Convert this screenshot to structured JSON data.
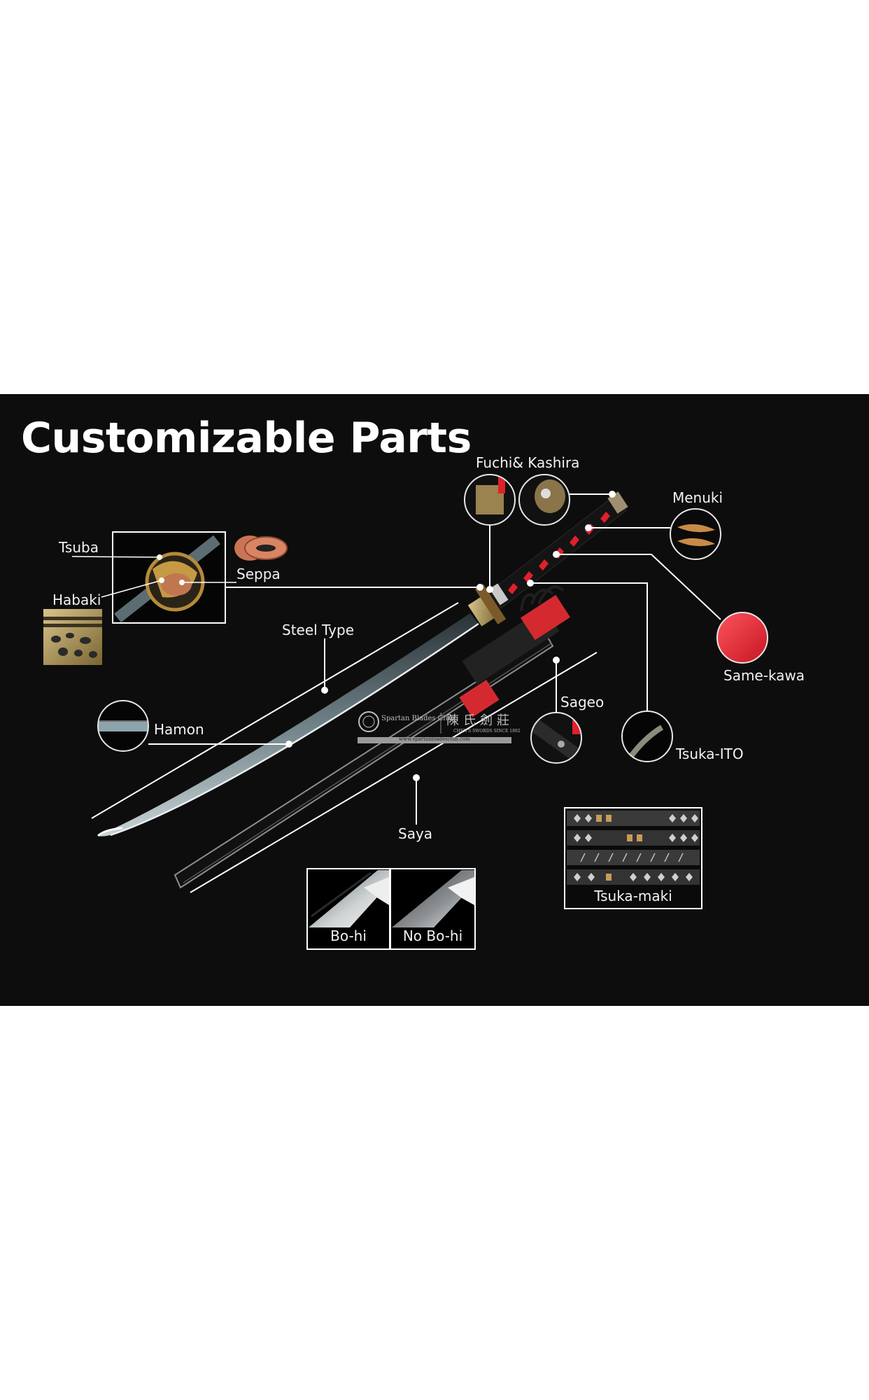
{
  "header": {
    "title": "Customizable Parts"
  },
  "parts": {
    "fuchi_kashira": "Fuchi& Kashira",
    "menuki": "Menuki",
    "tsuba": "Tsuba",
    "seppa": "Seppa",
    "habaki": "Habaki",
    "steel_type": "Steel Type",
    "same_kawa": "Same-kawa",
    "sageo": "Sageo",
    "hamon": "Hamon",
    "tsuka_ito": "Tsuka-ITO",
    "saya": "Saya",
    "tsuka_maki": "Tsuka-maki",
    "bo_hi": "Bo-hi",
    "no_bo_hi": "No Bo-hi"
  },
  "watermark": {
    "brand": "Spartan Blades Club",
    "chinese": "陳氏劍莊",
    "tagline": "CHEN'S SWORDS SINCE 1892",
    "url": "www.spartanbladesclub.com"
  },
  "colors": {
    "background": "#0d0d0d",
    "page": "#ffffff",
    "line": "#ffffff",
    "accent_red": "#e0202a",
    "brass": "#b89a5a"
  }
}
